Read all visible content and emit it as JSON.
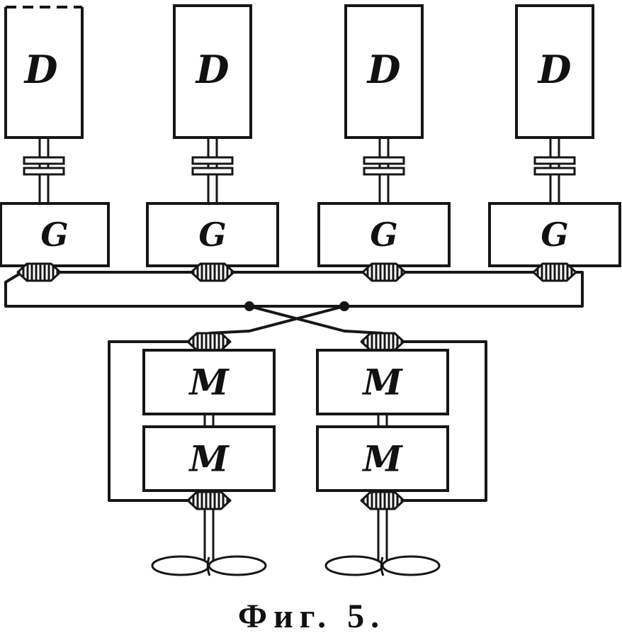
{
  "colors": {
    "ink": "#161616",
    "paper": "#ffffff"
  },
  "figure": {
    "caption": "Фиг. 5.",
    "engines": [
      {
        "label": "D"
      },
      {
        "label": "D"
      },
      {
        "label": "D"
      },
      {
        "label": "D"
      }
    ],
    "generators": [
      {
        "label": "G"
      },
      {
        "label": "G"
      },
      {
        "label": "G"
      },
      {
        "label": "G"
      }
    ],
    "motor_groups": [
      {
        "motors": [
          {
            "label": "M"
          },
          {
            "label": "M"
          }
        ]
      },
      {
        "motors": [
          {
            "label": "M"
          },
          {
            "label": "M"
          }
        ]
      }
    ]
  }
}
